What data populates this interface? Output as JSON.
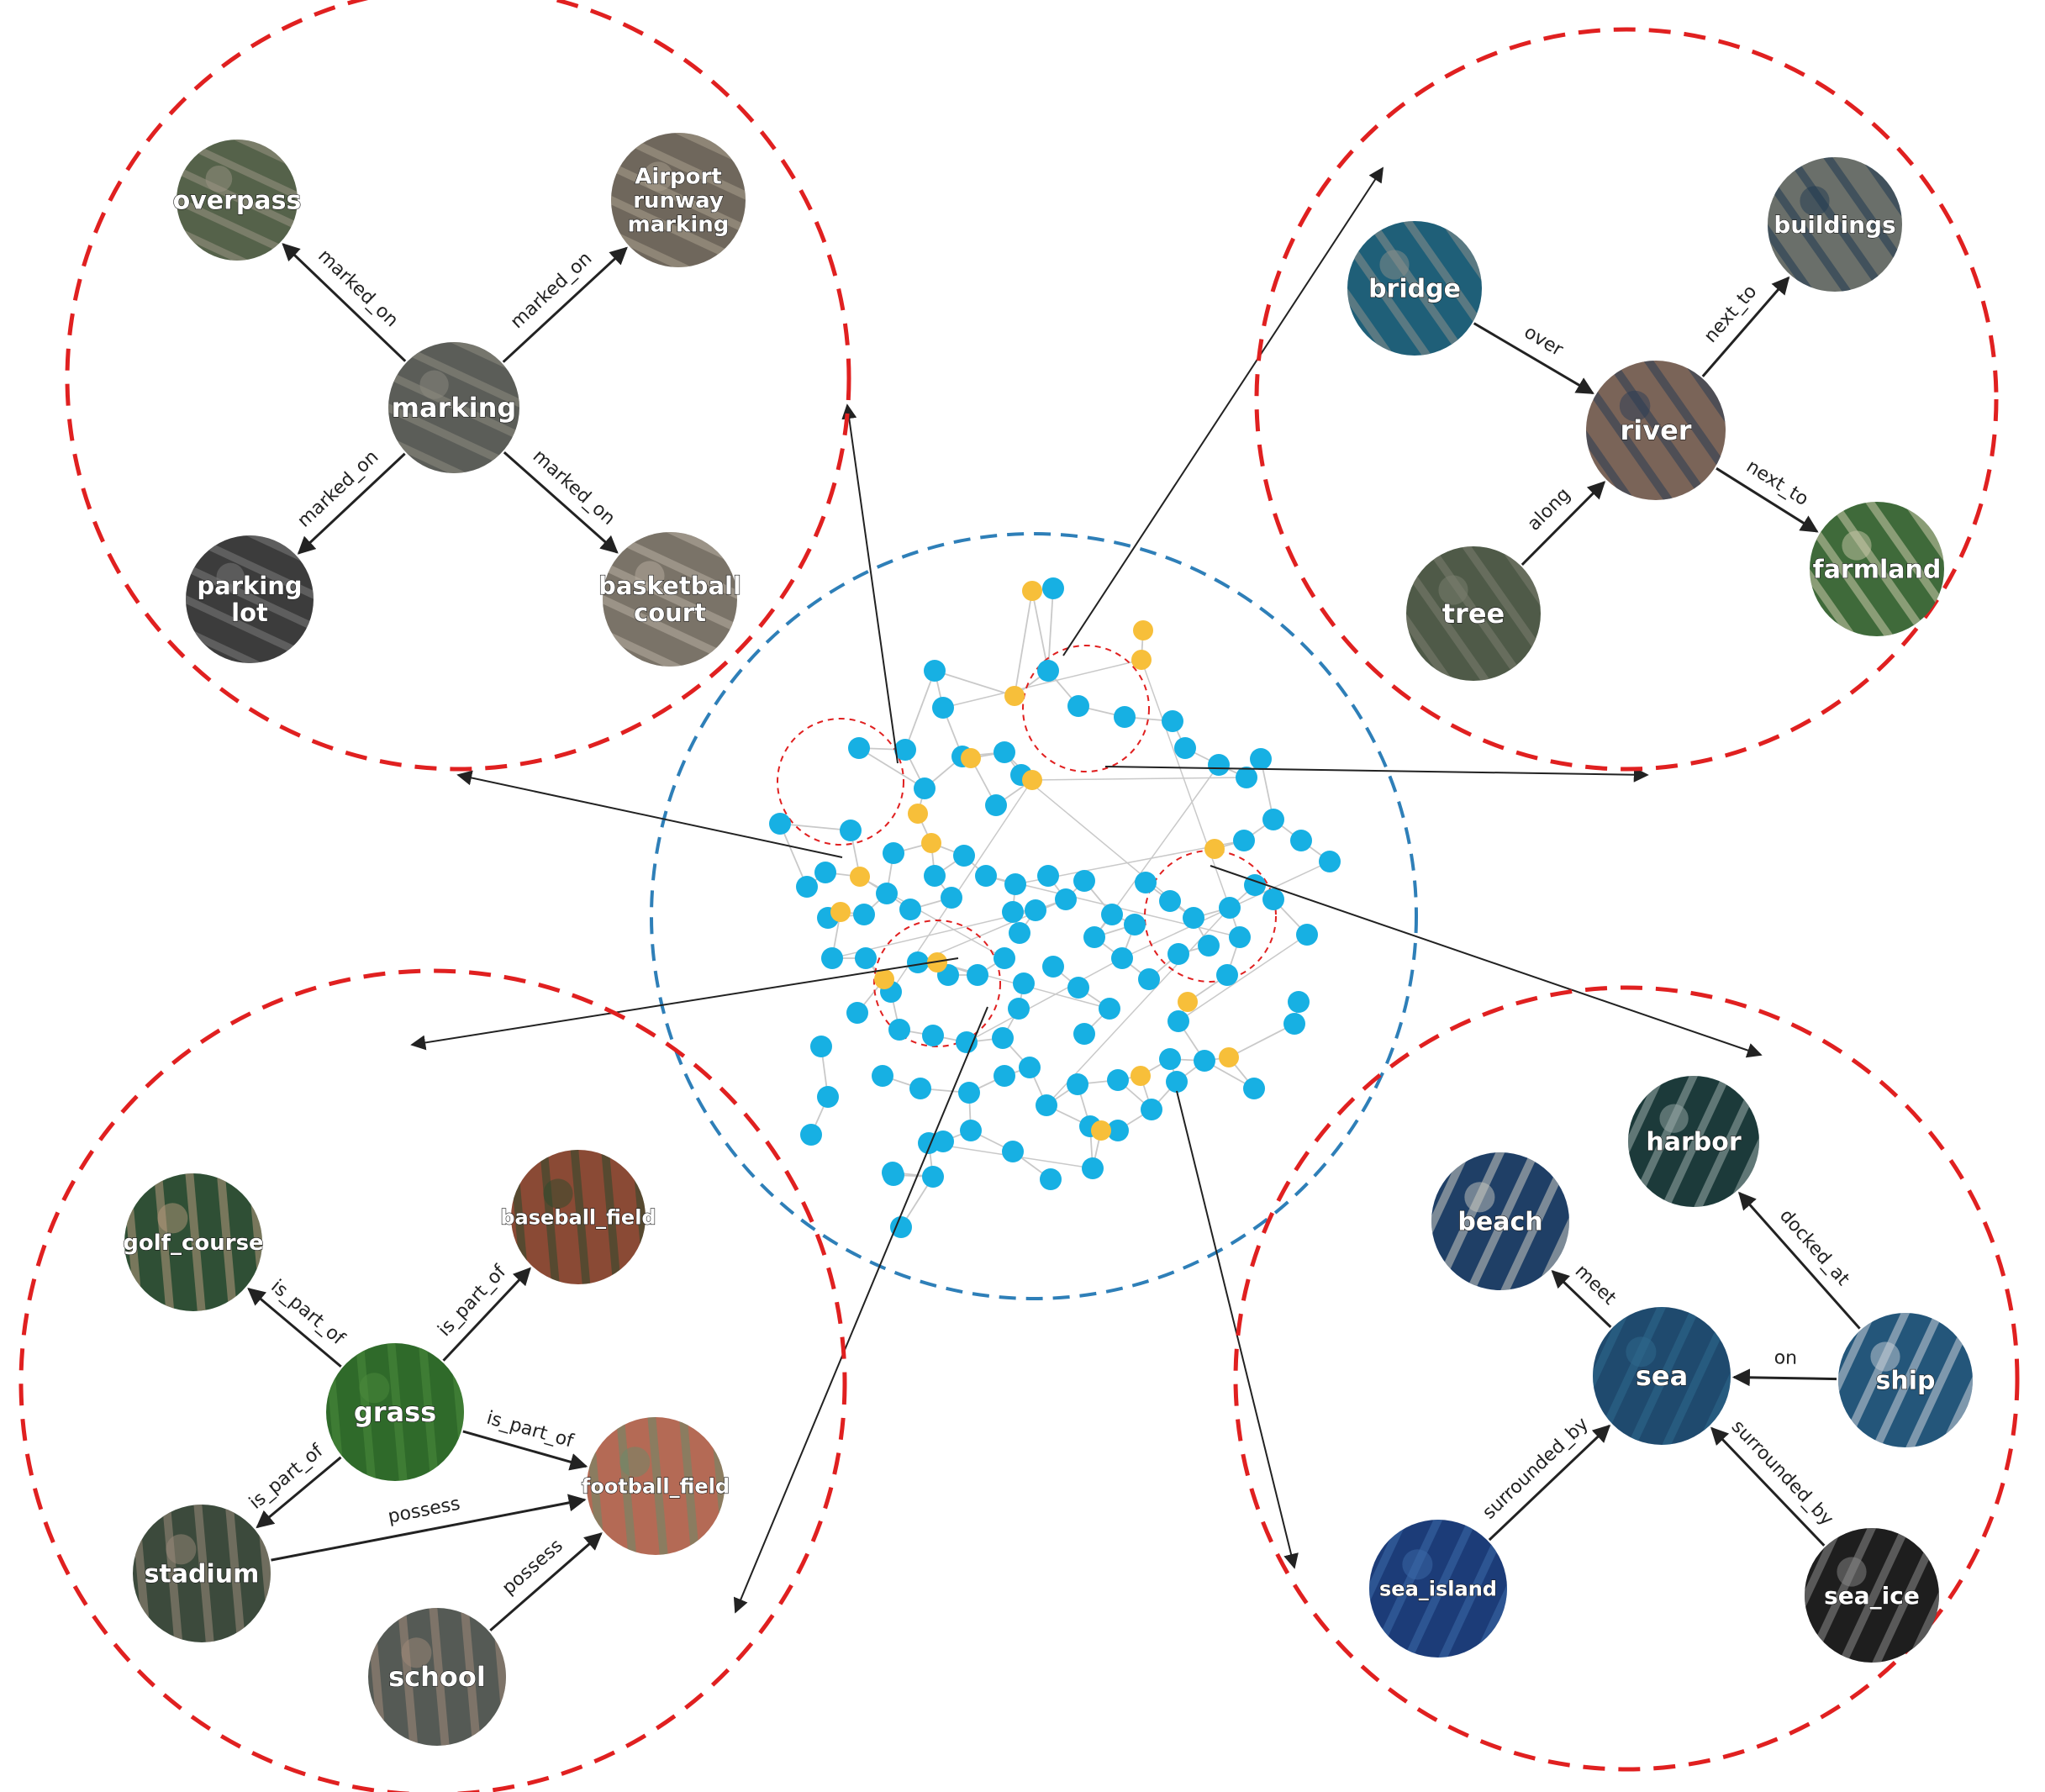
{
  "colors": {
    "highlight_ring": "#e02020",
    "center_ring": "#2e7fb8",
    "entity_node": "#17b0e3",
    "relation_node": "#f7bf3a",
    "graph_edge": "#c9c9c9",
    "arrow": "#222222"
  },
  "clusters": [
    {
      "id": "marking",
      "nodes": [
        {
          "key": "marking",
          "label": "marking",
          "fill": "#5b5d58",
          "texture": "#8c8a80"
        },
        {
          "key": "overpass",
          "label": "overpass",
          "fill": "#55624a",
          "texture": "#9a9484"
        },
        {
          "key": "airport",
          "label": "Airport runway marking",
          "label_lines": [
            "Airport",
            "runway",
            "marking"
          ],
          "fill": "#6f675c",
          "texture": "#a89e8c"
        },
        {
          "key": "parking",
          "label": "parking lot",
          "label_lines": [
            "parking",
            "lot"
          ],
          "fill": "#3c3c3c",
          "texture": "#7a7a7a"
        },
        {
          "key": "basketball",
          "label": "basketball court",
          "label_lines": [
            "basketball",
            "court"
          ],
          "fill": "#7a7368",
          "texture": "#b7ada0"
        }
      ],
      "edges": [
        {
          "from": "marking",
          "to": "overpass",
          "label": "marked_on"
        },
        {
          "from": "marking",
          "to": "airport",
          "label": "marked_on"
        },
        {
          "from": "marking",
          "to": "parking",
          "label": "marked_on"
        },
        {
          "from": "marking",
          "to": "basketball",
          "label": "marked_on"
        }
      ]
    },
    {
      "id": "river",
      "nodes": [
        {
          "key": "river",
          "label": "river",
          "fill": "#7a6458",
          "texture": "#2a3c55"
        },
        {
          "key": "bridge",
          "label": "bridge",
          "fill": "#1f5f78",
          "texture": "#8a8f8a"
        },
        {
          "key": "buildings",
          "label": "buildings",
          "fill": "#6a6f6a",
          "texture": "#1f3950"
        },
        {
          "key": "tree",
          "label": "tree",
          "fill": "#4f5a48",
          "texture": "#7c7f70"
        },
        {
          "key": "farmland",
          "label": "farmland",
          "fill": "#3f6a3a",
          "texture": "#c8c7a8"
        }
      ],
      "edges": [
        {
          "from": "bridge",
          "to": "river",
          "label": "over"
        },
        {
          "from": "river",
          "to": "buildings",
          "label": "next_to"
        },
        {
          "from": "tree",
          "to": "river",
          "label": "along"
        },
        {
          "from": "river",
          "to": "farmland",
          "label": "next_to"
        }
      ]
    },
    {
      "id": "grass",
      "nodes": [
        {
          "key": "grass",
          "label": "grass",
          "fill": "#2f6a2a",
          "texture": "#4c8a3c"
        },
        {
          "key": "golf",
          "label": "golf_course",
          "fill": "#2f4f35",
          "texture": "#b59a7c"
        },
        {
          "key": "baseball",
          "label": "baseball_field",
          "fill": "#8a4a35",
          "texture": "#2d4a2c"
        },
        {
          "key": "football",
          "label": "football_field",
          "fill": "#b46a55",
          "texture": "#6a8a6a"
        },
        {
          "key": "stadium",
          "label": "stadium",
          "fill": "#3c4a3c",
          "texture": "#9a8a7a"
        },
        {
          "key": "school",
          "label": "school",
          "fill": "#555a55",
          "texture": "#a08a7a"
        }
      ],
      "edges": [
        {
          "from": "grass",
          "to": "golf",
          "label": "is_part_of"
        },
        {
          "from": "grass",
          "to": "baseball",
          "label": "is_part_of"
        },
        {
          "from": "grass",
          "to": "football",
          "label": "is_part_of"
        },
        {
          "from": "grass",
          "to": "stadium",
          "label": "is_part_of"
        },
        {
          "from": "stadium",
          "to": "football",
          "label": "possess"
        },
        {
          "from": "school",
          "to": "football",
          "label": "possess"
        }
      ]
    },
    {
      "id": "sea",
      "nodes": [
        {
          "key": "sea",
          "label": "sea",
          "fill": "#1f4a6e",
          "texture": "#2f6a8e"
        },
        {
          "key": "harbor",
          "label": "harbor",
          "fill": "#1c3a3a",
          "texture": "#9aaaa8"
        },
        {
          "key": "beach",
          "label": "beach",
          "fill": "#1f3f66",
          "texture": "#c8c8c0"
        },
        {
          "key": "ship",
          "label": "ship",
          "fill": "#24567a",
          "texture": "#c8d0d8"
        },
        {
          "key": "island",
          "label": "sea_island",
          "fill": "#1c3c78",
          "texture": "#3c6aa8"
        },
        {
          "key": "ice",
          "label": "sea_ice",
          "fill": "#1e1e1e",
          "texture": "#8a8a8a"
        }
      ],
      "edges": [
        {
          "from": "sea",
          "to": "beach",
          "label": "meet"
        },
        {
          "from": "ship",
          "to": "harbor",
          "label": "docked_at"
        },
        {
          "from": "ship",
          "to": "sea",
          "label": "on"
        },
        {
          "from": "island",
          "to": "sea",
          "label": "surrounded_by"
        },
        {
          "from": "ice",
          "to": "sea",
          "label": "surrounded_by"
        }
      ]
    }
  ]
}
